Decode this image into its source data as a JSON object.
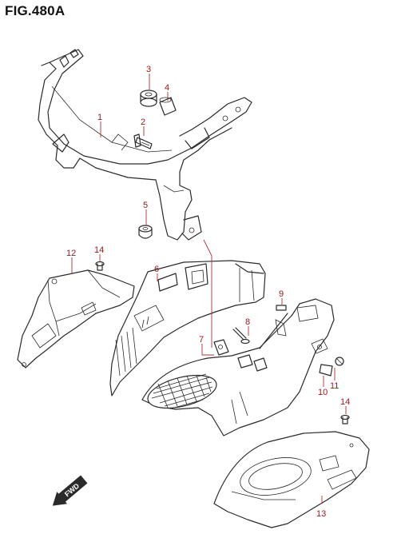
{
  "figure": {
    "title": "FIG.480A"
  },
  "callouts": [
    {
      "id": "1",
      "label": "1"
    },
    {
      "id": "2",
      "label": "2"
    },
    {
      "id": "3",
      "label": "3"
    },
    {
      "id": "4",
      "label": "4"
    },
    {
      "id": "5",
      "label": "5"
    },
    {
      "id": "6",
      "label": "6"
    },
    {
      "id": "7",
      "label": "7"
    },
    {
      "id": "8",
      "label": "8"
    },
    {
      "id": "9",
      "label": "9"
    },
    {
      "id": "10",
      "label": "10"
    },
    {
      "id": "11",
      "label": "11"
    },
    {
      "id": "12",
      "label": "12"
    },
    {
      "id": "13",
      "label": "13"
    },
    {
      "id": "14a",
      "label": "14"
    },
    {
      "id": "14b",
      "label": "14"
    }
  ],
  "direction_badge": {
    "label": "FWD"
  },
  "colors": {
    "callout": "#a01818",
    "line": "#2a2a2a"
  }
}
